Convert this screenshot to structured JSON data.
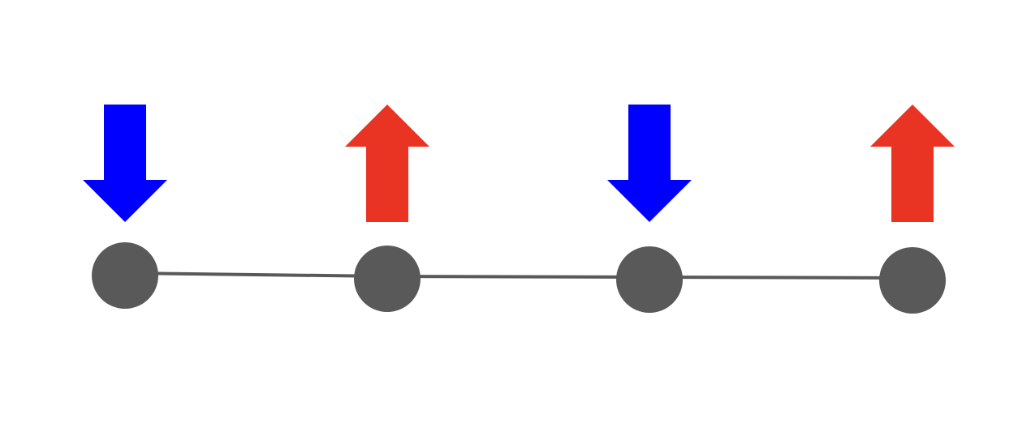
{
  "diagram": {
    "background": "#ffffff",
    "chain": {
      "node_count": 4,
      "node_color": "#595959",
      "bond_color": "#595959"
    },
    "spins": [
      {
        "direction": "down",
        "color": "#0000ff",
        "icon": "arrow-down-icon"
      },
      {
        "direction": "up",
        "color": "#e93323",
        "icon": "arrow-up-icon"
      },
      {
        "direction": "down",
        "color": "#0000ff",
        "icon": "arrow-down-icon"
      },
      {
        "direction": "up",
        "color": "#e93323",
        "icon": "arrow-up-icon"
      }
    ]
  }
}
